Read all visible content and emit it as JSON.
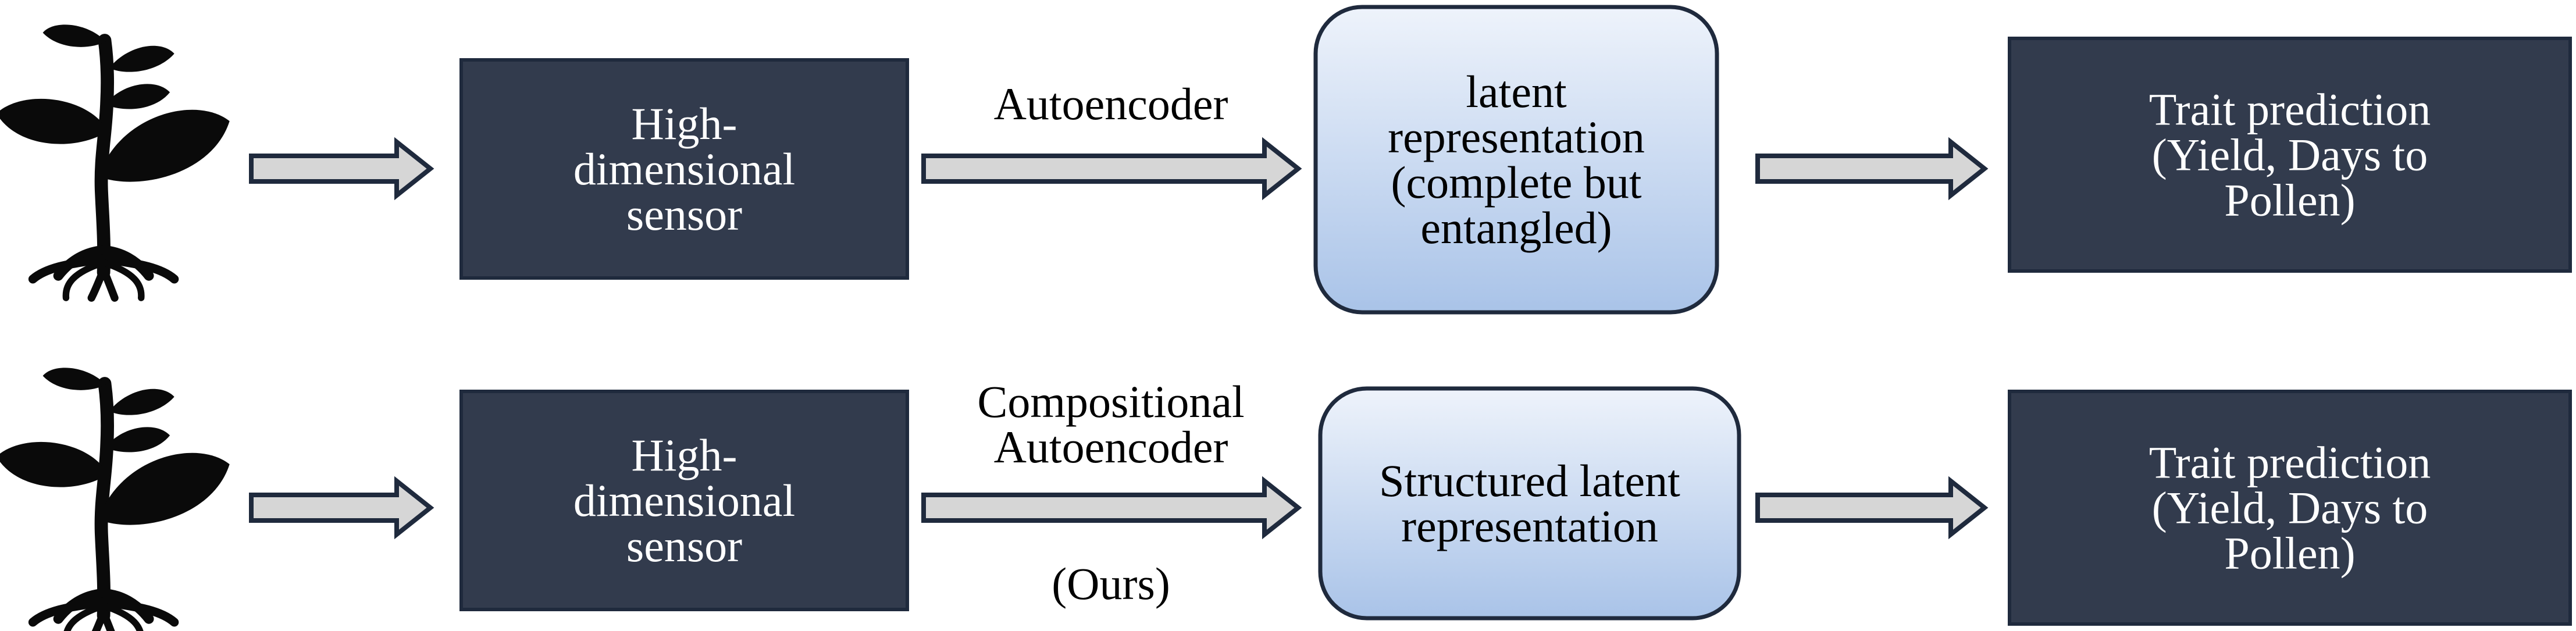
{
  "colors": {
    "dark_box": "#323b4d",
    "light_box_top": "#eef3fb",
    "light_box_bottom": "#a9c3e8",
    "box_outline": "#1f2a3d",
    "arrow_fill": "#d6d6d6",
    "arrow_stroke": "#1f2a3d",
    "plant": "#0a0a0a"
  },
  "rows": [
    {
      "id": "standard",
      "plant_icon": "plant-icon",
      "sensor_box": {
        "lines": [
          "High-",
          "dimensional",
          "sensor"
        ]
      },
      "method_label": {
        "lines": [
          "Autoencoder"
        ]
      },
      "method_note": "",
      "latent_box": {
        "lines": [
          "latent",
          "representation",
          "(complete but",
          "entangled)"
        ]
      },
      "trait_box": {
        "lines": [
          "Trait prediction",
          "(Yield, Days to",
          "Pollen)"
        ]
      }
    },
    {
      "id": "ours",
      "plant_icon": "plant-icon",
      "sensor_box": {
        "lines": [
          "High-",
          "dimensional",
          "sensor"
        ]
      },
      "method_label": {
        "lines": [
          "Compositional",
          "Autoencoder"
        ]
      },
      "method_note": "(Ours)",
      "latent_box": {
        "lines": [
          "Structured latent",
          "representation"
        ]
      },
      "trait_box": {
        "lines": [
          "Trait prediction",
          "(Yield, Days to",
          "Pollen)"
        ]
      }
    }
  ]
}
